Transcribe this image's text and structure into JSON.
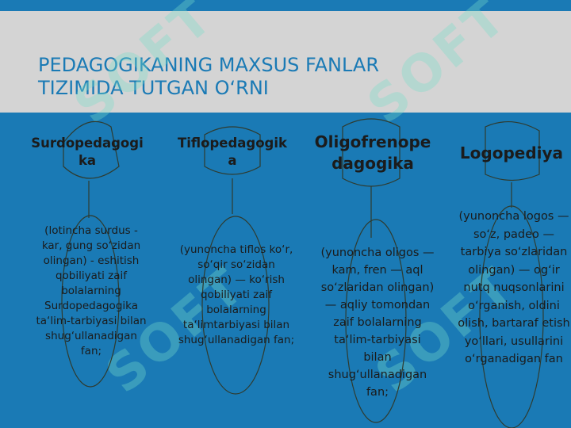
{
  "slide": {
    "title_line1": "PEDAGOGIKANING MAXSUS FANLAR",
    "title_line2": "TIZIMIDA TUTGAN O‘RNI",
    "watermark": "SOFT"
  },
  "columns": [
    {
      "heading_line1": "Surdopedagogi",
      "heading_line2": "ka",
      "description": "(lotincha surdus - kar, gung so‘zidan olingan) - eshitish qobiliyati zaif bolalarning Surdopedagogika ta‘lim-tarbiyasi bilan shug‘ullanadigan fan;"
    },
    {
      "heading_line1": "Tiflopedagogik",
      "heading_line2": "a",
      "description": "(yunoncha tiflos ko‘r, so‘qir so‘zidan olingan) — ko‘rish qobiliyati zaif bolalarning ta‘limtarbiyasi bilan shug‘ullanadigan fan;"
    },
    {
      "heading_line1": "Oligofrenope",
      "heading_line2": "dagogika",
      "description": "(yunoncha oligos — kam, fren — aql so‘zlaridan olingan) — aqliy tomondan zaif bolalarning ta‘lim-tarbiyasi bilan shug‘ullanadigan fan;"
    },
    {
      "heading_line1": "Logopediya",
      "heading_line2": "",
      "description": "(yunoncha logos — so‘z, padeo — tarbiya so‘zlaridan olingan) — og‘ir nutq nuqsonlarini o‘rganish, oldini olish, bartaraf etish yo‘llari, usullarini o‘rganadigan fan"
    }
  ]
}
